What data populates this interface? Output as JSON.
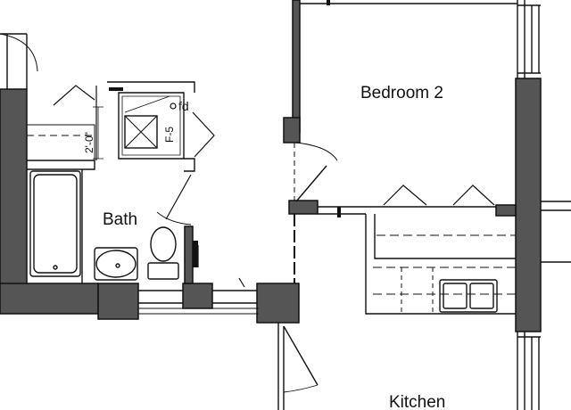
{
  "rooms": {
    "bedroom2": "Bedroom 2",
    "bath": "Bath",
    "kitchen": "Kitchen"
  },
  "annotations": {
    "dimension": "2'-0\"",
    "duct_tag": "F-5",
    "floor_drain": "fd"
  },
  "colors": {
    "wall_fill": "#555555",
    "line": "#111111",
    "background": "#ffffff"
  }
}
